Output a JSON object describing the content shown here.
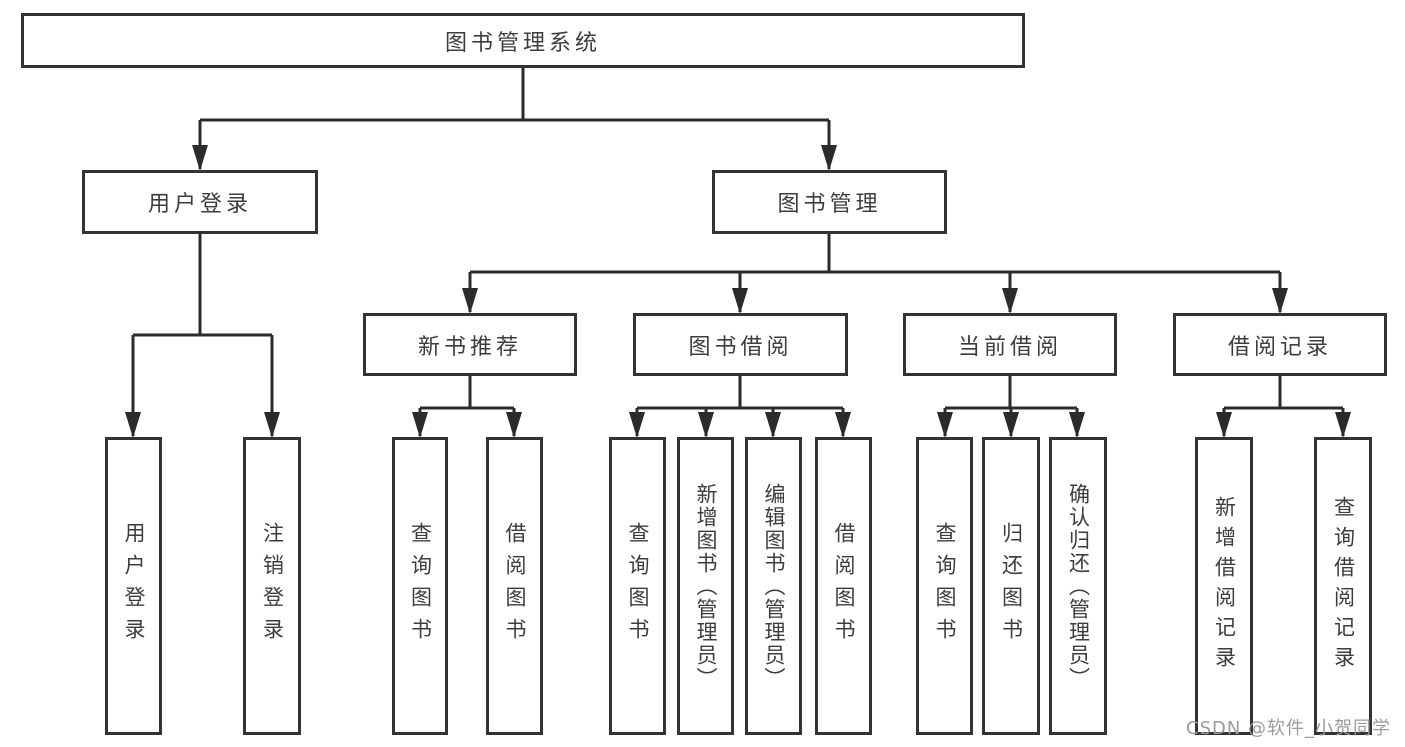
{
  "tree": {
    "root": "图书管理系统",
    "level2": [
      {
        "label": "用户登录",
        "children": [
          "用户登录",
          "注销登录"
        ]
      },
      {
        "label": "图书管理",
        "children": [
          {
            "label": "新书推荐",
            "children": [
              "查询图书",
              "借阅图书"
            ]
          },
          {
            "label": "图书借阅",
            "children": [
              "查询图书",
              "新增图书（管理员）",
              "编辑图书（管理员）",
              "借阅图书"
            ]
          },
          {
            "label": "当前借阅",
            "children": [
              "查询图书",
              "归还图书",
              "确认归还（管理员）"
            ]
          },
          {
            "label": "借阅记录",
            "children": [
              "新增借阅记录",
              "查询借阅记录"
            ]
          }
        ]
      }
    ]
  },
  "watermark": "CSDN @软件_小贺同学",
  "colors": {
    "line": "#2b2b2b",
    "box_border": "#333333",
    "text": "#3d3d3d",
    "watermark": "#9b9b9b",
    "background": "#ffffff"
  }
}
